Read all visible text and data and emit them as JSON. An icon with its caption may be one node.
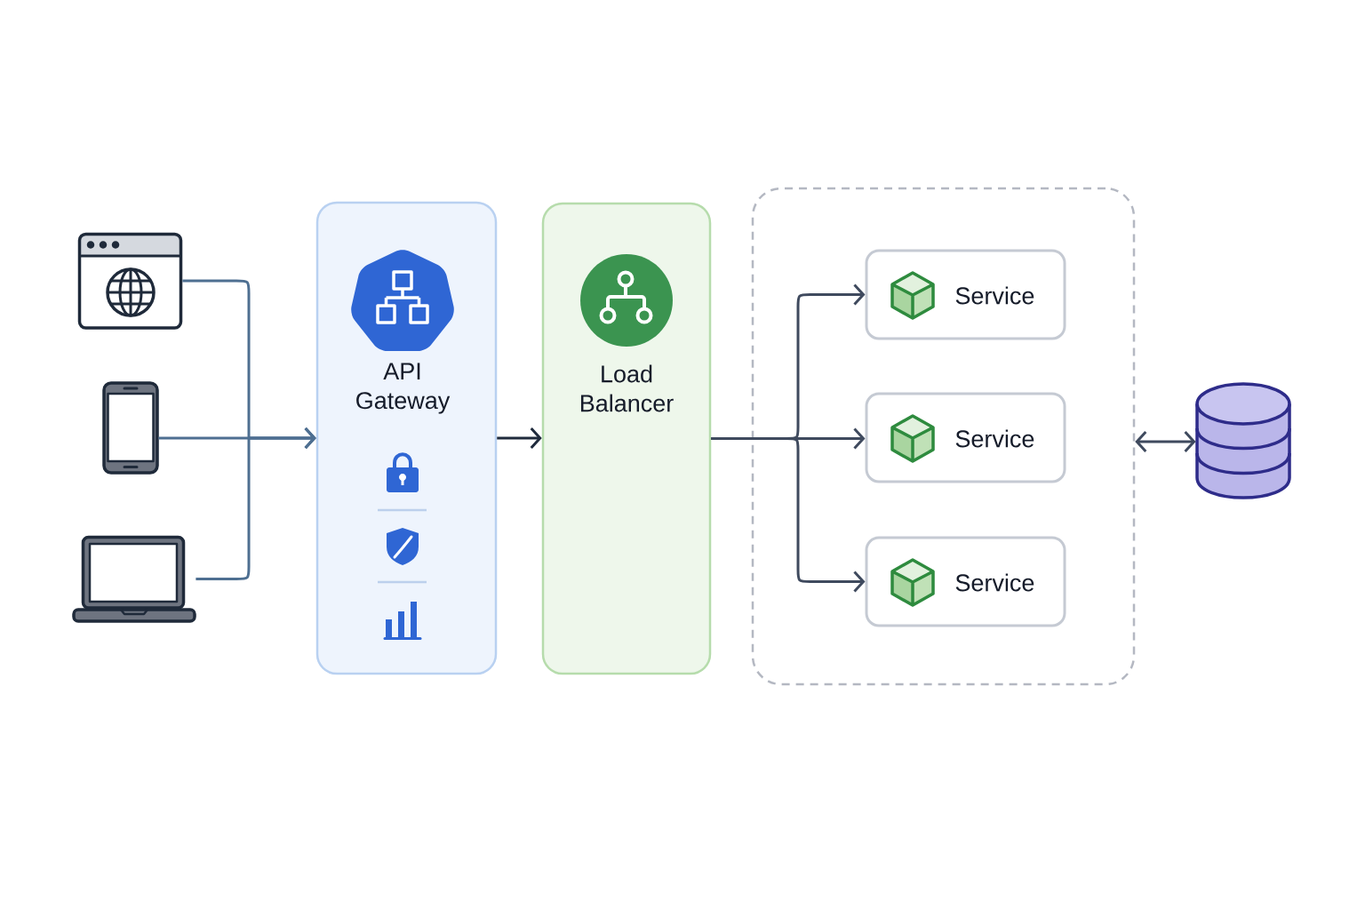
{
  "diagram": {
    "nodes": [
      {
        "text": [],
        "shape": "picture"
      },
      {
        "text": [],
        "shape": "picture"
      },
      {
        "text": [],
        "shape": "picture"
      },
      {
        "text": [
          "API Gateway"
        ]
      },
      {
        "text": [
          "Load Balancer"
        ]
      },
      {
        "text": [],
        "shape": "box"
      },
      {
        "text": [
          "Service"
        ],
        "in": 5
      },
      {
        "text": [
          "Service"
        ],
        "in": 5
      },
      {
        "text": [
          "Service"
        ],
        "in": 5
      },
      {
        "text": [],
        "shape": "cylinder"
      }
    ],
    "edges": [
      {
        "from": 0,
        "to": 3,
        "arrow": "to",
        "color": "#4e6f91"
      },
      {
        "from": 1,
        "to": 3,
        "arrow": "to",
        "color": "#4e6f91"
      },
      {
        "from": 2,
        "to": 3,
        "arrow": "to",
        "color": "#4e6f91"
      },
      {
        "from": 3,
        "to": 4,
        "arrow": "to",
        "color": "#1f2a3c"
      },
      {
        "from": 4,
        "to": 6,
        "arrow": "to"
      },
      {
        "from": 4,
        "to": 7,
        "arrow": "to"
      },
      {
        "from": 4,
        "to": 8,
        "arrow": "to"
      },
      {
        "from": 5,
        "to": 9,
        "arrow": "both"
      }
    ]
  }
}
